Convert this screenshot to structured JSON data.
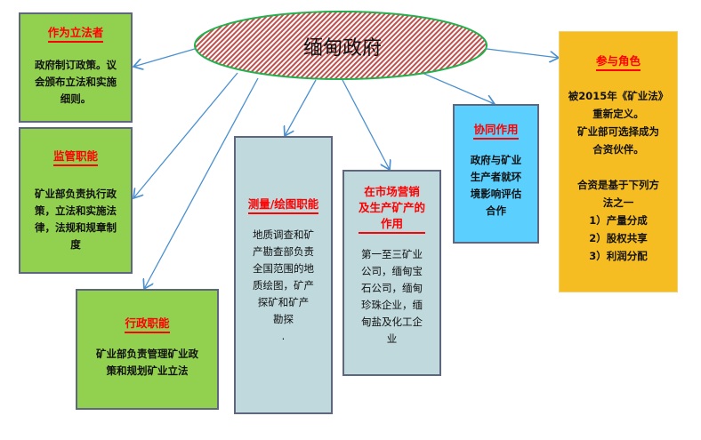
{
  "center": {
    "label": "缅甸政府"
  },
  "boxes": {
    "legislator": {
      "title": "作为立法者",
      "body": "政府制订政策。议\n会颁布立法和实施\n细则。"
    },
    "regulatory": {
      "title": "监管职能",
      "body": "矿业部负责执行政\n策，立法和实施法\n律，法规和规章制\n度"
    },
    "administrative": {
      "title": "行政职能",
      "body": "矿业部负责管理矿业政\n策和规划矿业立法"
    },
    "survey": {
      "title": "测量/绘图职能",
      "body": "地质调查和矿\n产勘查部负责\n全国范围的地\n质绘图，矿产\n探矿和矿产\n勘探\n."
    },
    "marketing": {
      "title": "在市场营销\n及生产矿产的\n作用",
      "body": "第一至三矿业\n公司，缅甸宝\n石公司，缅甸\n珍珠企业，缅\n甸盐及化工企\n业"
    },
    "cooperation": {
      "title": "协同作用",
      "body": "政府与矿业\n生产者就环\n境影响评估\n合作"
    },
    "participation": {
      "title": "参与角色",
      "body": "被2015年《矿业法》\n重新定义。\n矿业部可选择成为\n合资伙伴。\n\n合资是基于下列方\n法之一\n1）产量分成\n2）股权共享\n3）利润分配"
    }
  }
}
